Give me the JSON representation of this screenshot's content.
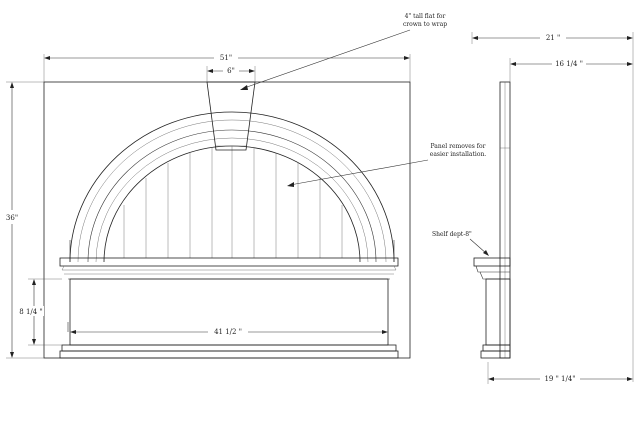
{
  "front_view": {
    "width_label": "51\"",
    "keystone_width_label": "6\"",
    "height_label": "36\"",
    "base_height_label": "8 1/4 \"",
    "base_width_label": "41 1/2 \"",
    "keystone_note_line1": "4\" tall flat for",
    "keystone_note_line2": "crown to wrap",
    "panel_note_line1": "Panel removes for",
    "panel_note_line2": "easier installation."
  },
  "side_view": {
    "depth_label": "21 \"",
    "upper_depth_label": "16 1/4 \"",
    "shelf_note": "Shelf dept-8\"",
    "bottom_depth_label": "19 \" 1/4\""
  }
}
